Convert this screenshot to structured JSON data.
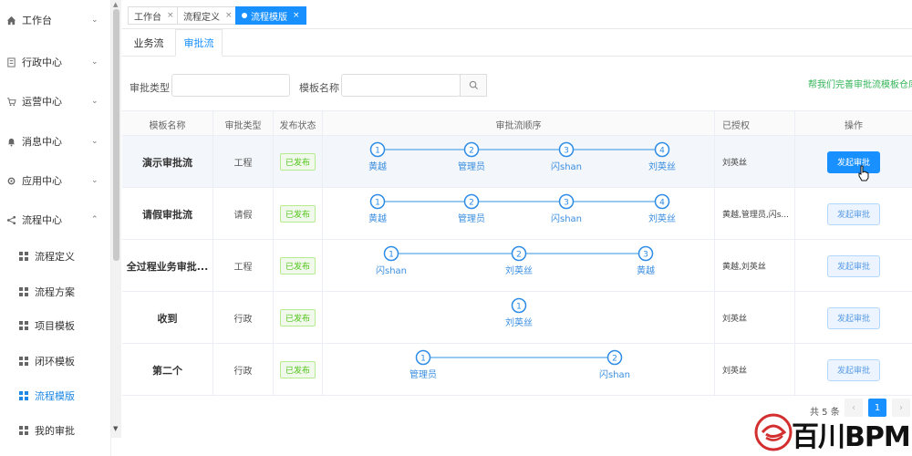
{
  "sidebar": {
    "items": [
      {
        "label": "工作台",
        "icon": "home-icon",
        "chevron": "⌄"
      },
      {
        "label": "行政中心",
        "icon": "building-icon",
        "chevron": "⌄"
      },
      {
        "label": "运营中心",
        "icon": "cart-icon",
        "chevron": "⌄"
      },
      {
        "label": "消息中心",
        "icon": "bell-icon",
        "chevron": "⌄"
      },
      {
        "label": "应用中心",
        "icon": "gear-icon",
        "chevron": "⌄"
      },
      {
        "label": "流程中心",
        "icon": "share-icon",
        "chevron": "⌃"
      }
    ],
    "sub_items": [
      {
        "label": "流程定义"
      },
      {
        "label": "流程方案"
      },
      {
        "label": "项目模板"
      },
      {
        "label": "闭环模板"
      },
      {
        "label": "流程模版"
      },
      {
        "label": "我的审批"
      }
    ]
  },
  "tabs": [
    {
      "label": "工作台"
    },
    {
      "label": "流程定义"
    },
    {
      "label": "流程模版"
    }
  ],
  "subtabs": [
    {
      "label": "业务流"
    },
    {
      "label": "审批流"
    }
  ],
  "filter": {
    "type_label": "审批类型",
    "name_label": "模板名称",
    "help_link": "帮我们完善审批流模板仓库"
  },
  "table": {
    "headers": [
      "模板名称",
      "审批类型",
      "发布状态",
      "审批流顺序",
      "已授权",
      "操作"
    ],
    "rows": [
      {
        "name": "演示审批流",
        "type": "工程",
        "status": "已发布",
        "flow": [
          "黄越",
          "管理员",
          "闪shan",
          "刘英丝"
        ],
        "auth": "刘英丝",
        "action": "发起审批"
      },
      {
        "name": "请假审批流",
        "type": "请假",
        "status": "已发布",
        "flow": [
          "黄越",
          "管理员",
          "闪shan",
          "刘英丝"
        ],
        "auth": "黄越,管理员,闪s...",
        "action": "发起审批"
      },
      {
        "name": "全过程业务审批...",
        "type": "工程",
        "status": "已发布",
        "flow": [
          "闪shan",
          "刘英丝",
          "黄越"
        ],
        "auth": "黄越,刘英丝",
        "action": "发起审批"
      },
      {
        "name": "收到",
        "type": "行政",
        "status": "已发布",
        "flow": [
          "刘英丝"
        ],
        "auth": "刘英丝",
        "action": "发起审批"
      },
      {
        "name": "第二个",
        "type": "行政",
        "status": "已发布",
        "flow": [
          "管理员",
          "闪shan"
        ],
        "auth": "刘英丝",
        "action": "发起审批"
      }
    ]
  },
  "pagination": {
    "total": "共 5 条",
    "current": "1"
  },
  "logo": {
    "text": "百川BPM"
  },
  "colors": {
    "primary": "#1890ff",
    "success": "#52c41a",
    "help": "#35b55a"
  }
}
